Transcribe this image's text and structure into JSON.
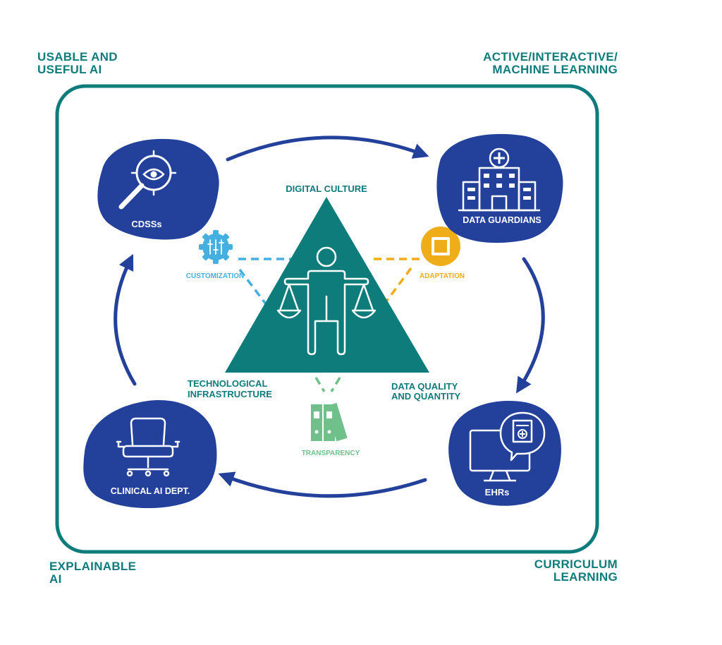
{
  "corners": {
    "top_left": [
      "USABLE AND",
      "USEFUL AI"
    ],
    "top_right": [
      "ACTIVE/INTERACTIVE/",
      "MACHINE LEARNING"
    ],
    "bottom_left": [
      "EXPLAINABLE",
      "AI"
    ],
    "bottom_right": [
      "CURRICULUM",
      "LEARNING"
    ]
  },
  "nodes": {
    "cdss": {
      "label": "CDSSs",
      "icon": "magnifier-eye-icon"
    },
    "data_guardians": {
      "label": "DATA GUARDIANS",
      "icon": "hospital-icon"
    },
    "ehrs": {
      "label": "EHRs",
      "icon": "monitor-records-icon"
    },
    "clinical_ai": {
      "label": "CLINICAL AI DEPT.",
      "icon": "office-chair-icon"
    }
  },
  "triangle": {
    "top": "DIGITAL CULTURE",
    "bottom_left": [
      "TECHNOLOGICAL",
      "INFRASTRUCTURE"
    ],
    "bottom_right": [
      "DATA QUALITY",
      "AND QUANTITY"
    ]
  },
  "satellites": {
    "customization": {
      "label": "CUSTOMIZATION",
      "icon": "gear-sliders-icon"
    },
    "adaptation": {
      "label": "ADAPTATION",
      "icon": "square-badge-icon"
    },
    "transparency": {
      "label": "TRANSPARENCY",
      "icon": "binders-icon"
    }
  },
  "colors": {
    "navy": "#23409a",
    "teal": "#0e7c7b",
    "light_blue": "#45b0e0",
    "orange": "#f0ad1a",
    "green": "#6fc08b"
  }
}
